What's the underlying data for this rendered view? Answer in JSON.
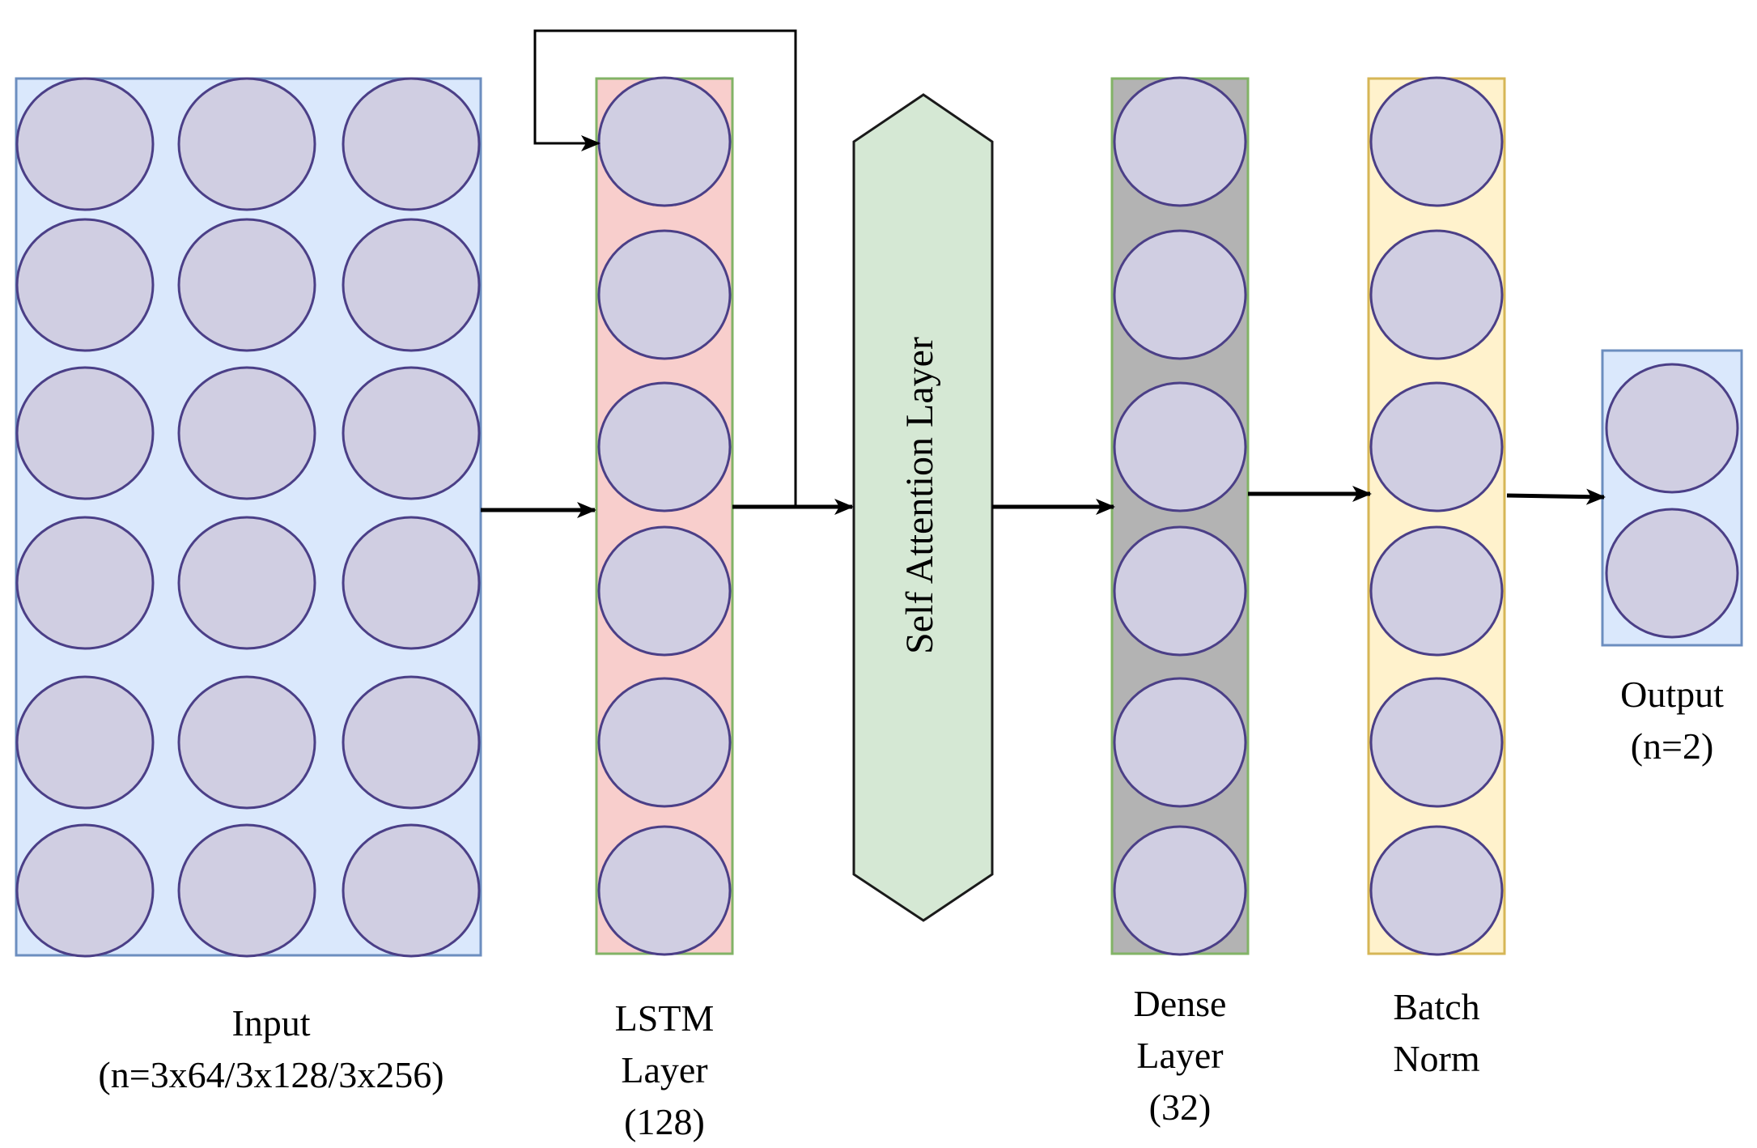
{
  "colors": {
    "neuron_fill": "#d0cee2",
    "neuron_stroke": "#4b3f87",
    "input_fill": "#dae8fc",
    "input_stroke": "#6c8ebf",
    "lstm_fill": "#f8cecc",
    "lstm_stroke": "#82b366",
    "attention_fill": "#d5e8d4",
    "attention_stroke": "#1a1a1a",
    "dense_fill": "#b3b3b3",
    "dense_stroke": "#82b366",
    "batchnorm_fill": "#fff2cc",
    "batchnorm_stroke": "#d6b656",
    "output_fill": "#dae8fc",
    "output_stroke": "#6c8ebf",
    "arrow": "#000000"
  },
  "layers": {
    "input": {
      "line1": "Input",
      "line2": "(n=3x64/3x128/3x256)"
    },
    "lstm": {
      "line1": "LSTM",
      "line2": "Layer",
      "line3": "(128)"
    },
    "attention": {
      "label": "Self Attention Layer"
    },
    "dense": {
      "line1": "Dense",
      "line2": "Layer",
      "line3": "(32)"
    },
    "batchnorm": {
      "line1": "Batch",
      "line2": "Norm"
    },
    "output": {
      "line1": "Output",
      "line2": "(n=2)"
    }
  }
}
